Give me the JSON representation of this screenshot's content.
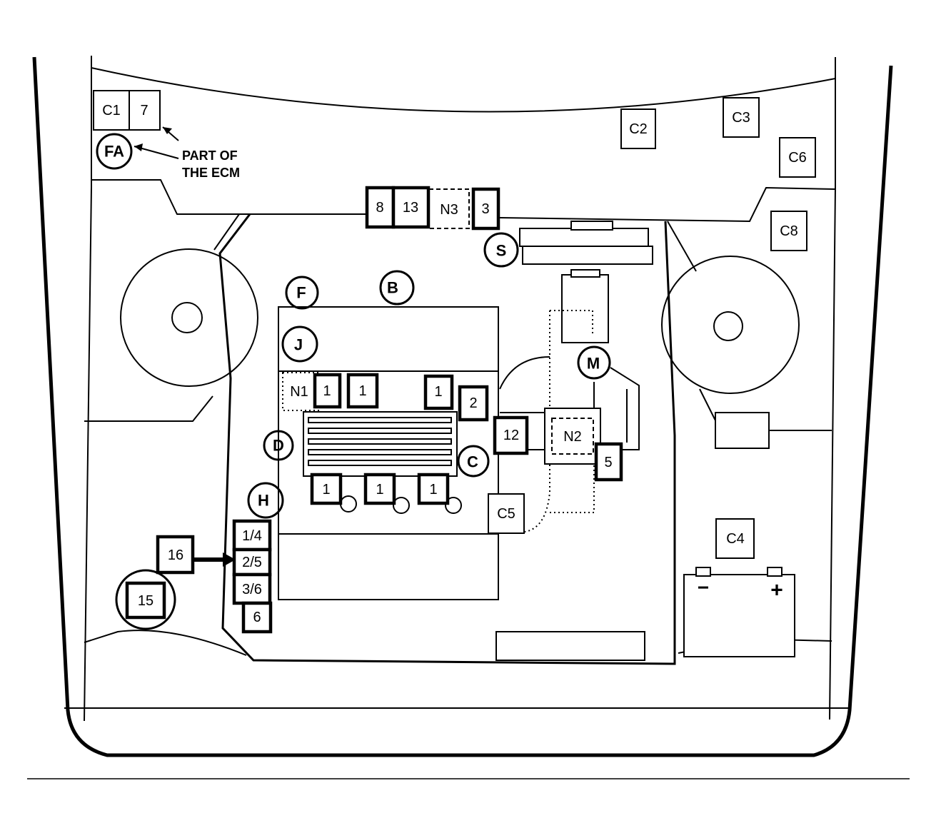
{
  "boxes": {
    "c1": "C1",
    "seven": "7",
    "c2": "C2",
    "c3": "C3",
    "c6": "C6",
    "c8": "C8",
    "c4": "C4",
    "c5": "C5",
    "eight": "8",
    "thirteen": "13",
    "n3": "N3",
    "three": "3",
    "n1": "N1",
    "one_a": "1",
    "one_b": "1",
    "one_c": "1",
    "two": "2",
    "twelve": "12",
    "n2": "N2",
    "five": "5",
    "one_d": "1",
    "one_e": "1",
    "one_f": "1",
    "sixteen": "16",
    "fifteen": "15",
    "q14": "1/4",
    "q25": "2/5",
    "q36": "3/6",
    "six": "6"
  },
  "circles": {
    "fa": "FA",
    "s": "S",
    "f": "F",
    "b": "B",
    "j": "J",
    "m": "M",
    "d": "D",
    "c": "C",
    "h": "H"
  },
  "notes": {
    "ecm_line1": "PART OF",
    "ecm_line2": "THE ECM"
  },
  "battery": {
    "minus": "−",
    "plus": "+"
  }
}
